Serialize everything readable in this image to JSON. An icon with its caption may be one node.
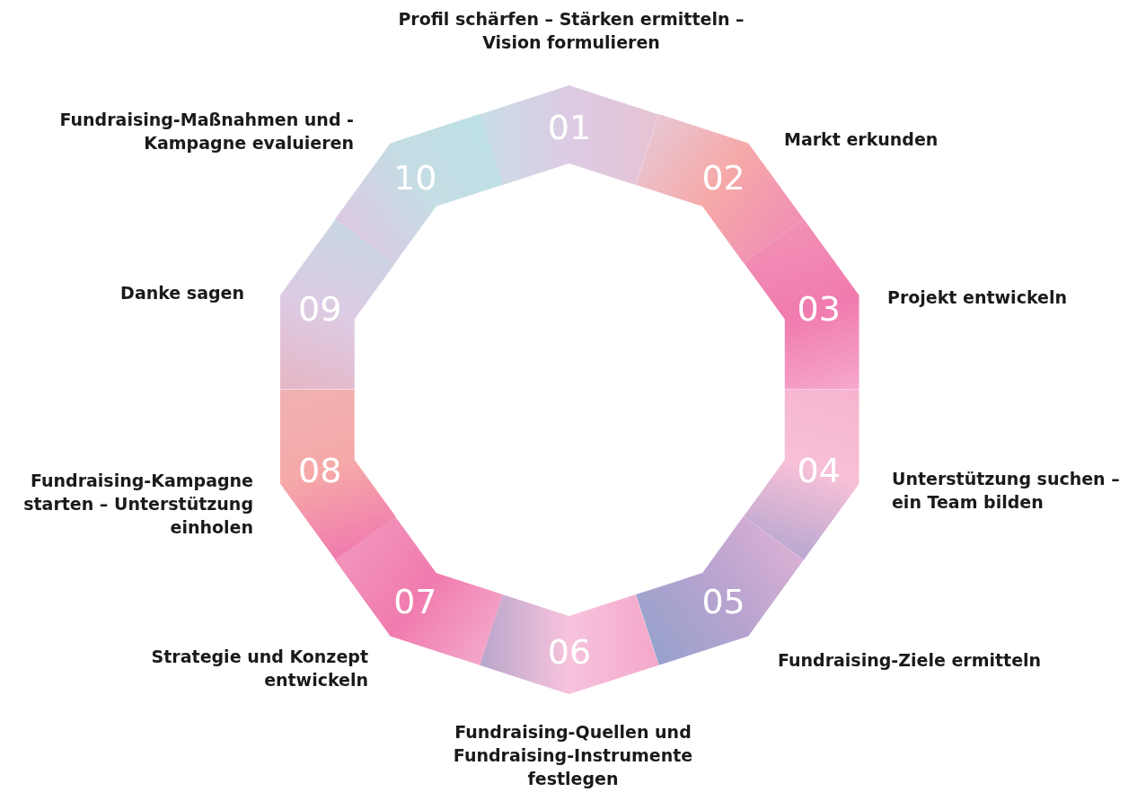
{
  "diagram": {
    "nodes": [
      {
        "text": [
          "01"
        ],
        "beside": [
          "Profil schärfen – Stärken ermitteln – Vision formulieren"
        ]
      },
      {
        "text": [
          "02"
        ],
        "beside": [
          "Markt erkunden"
        ]
      },
      {
        "text": [
          "03"
        ],
        "beside": [
          "Projekt entwickeln"
        ]
      },
      {
        "text": [
          "04"
        ],
        "beside": [
          "Unterstützung suchen – ein Team bilden"
        ]
      },
      {
        "text": [
          "05"
        ],
        "beside": [
          "Fundraising-Ziele ermitteln"
        ]
      },
      {
        "text": [
          "06"
        ],
        "beside": [
          "Fundraising-Quellen und Fundraising-Instrumente festlegen"
        ]
      },
      {
        "text": [
          "07"
        ],
        "beside": [
          "Strategie und Konzept entwickeln"
        ]
      },
      {
        "text": [
          "08"
        ],
        "beside": [
          "Fundraising-Kampagne starten – Unterstützung einholen"
        ]
      },
      {
        "text": [
          "09"
        ],
        "beside": [
          "Danke sagen"
        ]
      },
      {
        "text": [
          "10"
        ],
        "beside": [
          "Fundraising-Maßnahmen und -Kampagne evaluieren"
        ]
      }
    ]
  }
}
